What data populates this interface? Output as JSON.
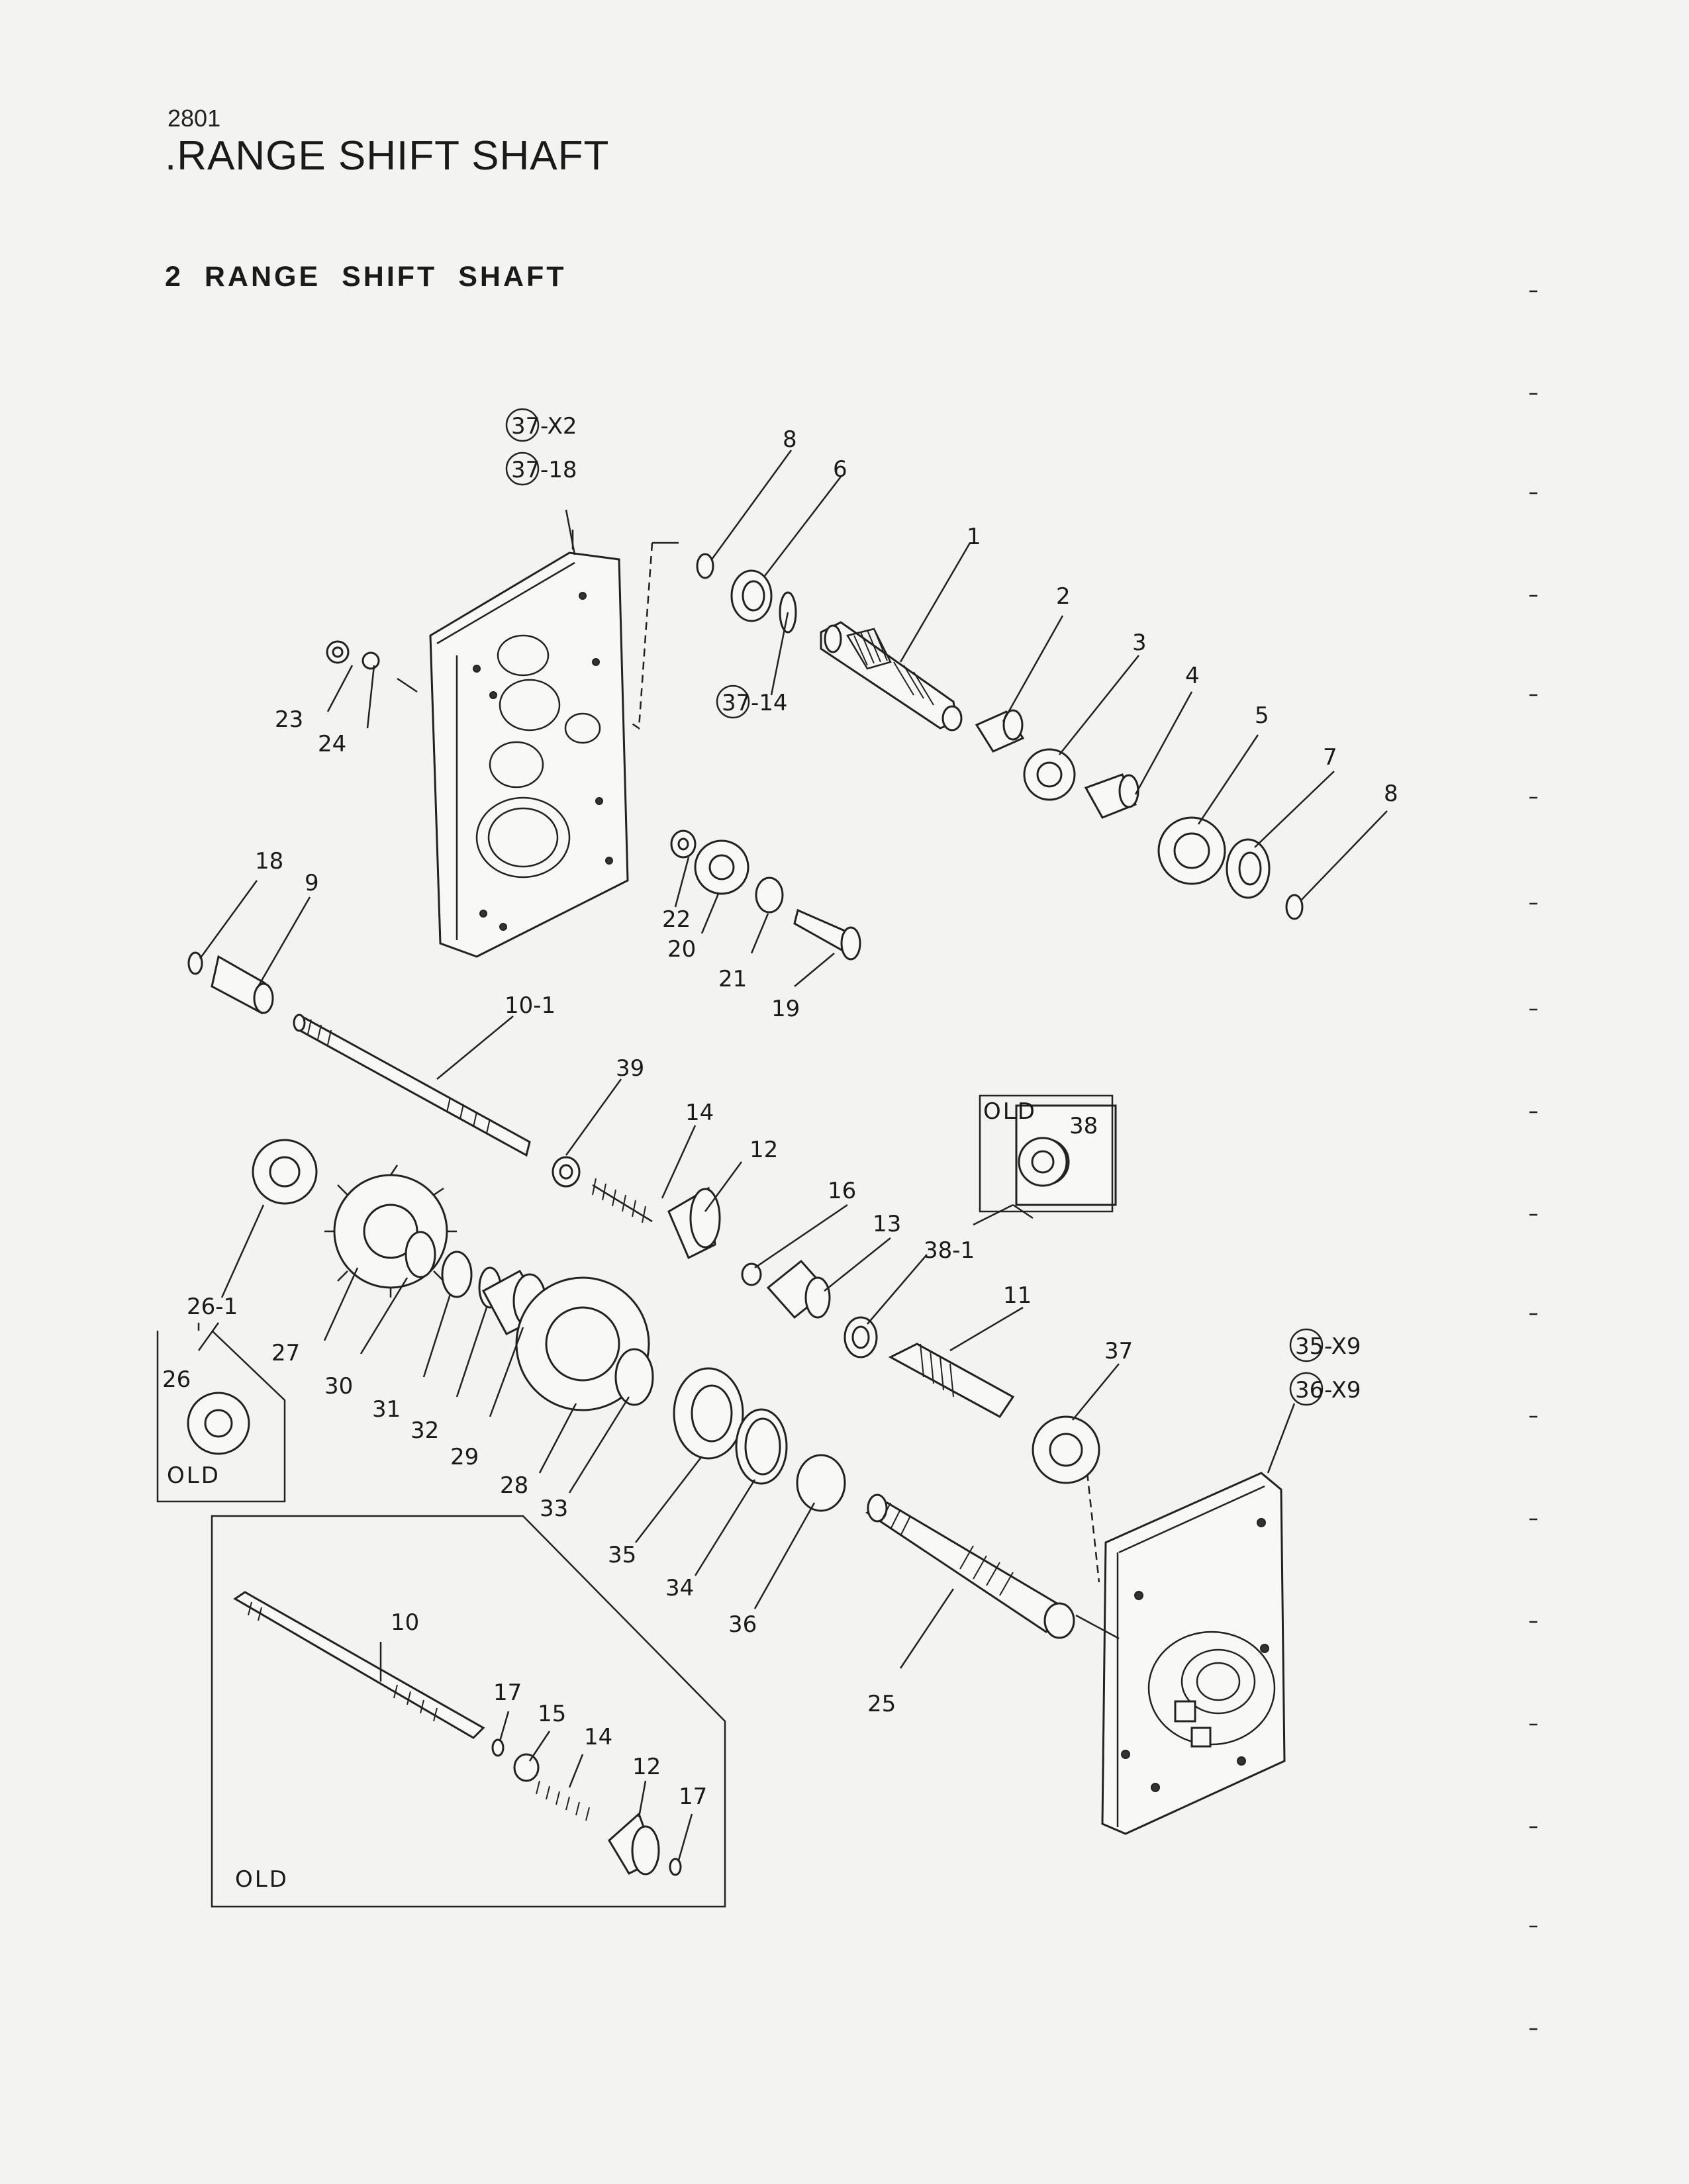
{
  "page_code": "2801",
  "page_title": ".RANGE SHIFT SHAFT",
  "section_heading": "2   RANGE SHIFT SHAFT",
  "callouts": {
    "c37_x2": "37",
    "c37_x2_suffix": "-X2",
    "c37_18": "37",
    "c37_18_suffix": "-18",
    "c37_14": "37",
    "c37_14_suffix": "-14",
    "c35_x9": "35",
    "c35_x9_suffix": "-X9",
    "c36_x9": "36",
    "c36_x9_suffix": "-X9"
  },
  "parts": {
    "p1": "1",
    "p2": "2",
    "p3": "3",
    "p4": "4",
    "p5": "5",
    "p6": "6",
    "p7": "7",
    "p8a": "8",
    "p8b": "8",
    "p9": "9",
    "p10": "10",
    "p10_1": "10-1",
    "p11": "11",
    "p12a": "12",
    "p12b": "12",
    "p13": "13",
    "p14a": "14",
    "p14b": "14",
    "p15": "15",
    "p16": "16",
    "p17a": "17",
    "p17b": "17",
    "p18": "18",
    "p19": "19",
    "p20": "20",
    "p21": "21",
    "p22": "22",
    "p23": "23",
    "p24": "24",
    "p25": "25",
    "p26": "26",
    "p26_1": "26-1",
    "p27": "27",
    "p28": "28",
    "p29": "29",
    "p30": "30",
    "p31": "31",
    "p32": "32",
    "p33": "33",
    "p34": "34",
    "p35": "35",
    "p36": "36",
    "p37": "37",
    "p38": "38",
    "p38_1": "38-1",
    "p39": "39"
  },
  "old_labels": {
    "box_top": "OLD",
    "box_left": "OLD",
    "box_bottom": "OLD"
  }
}
